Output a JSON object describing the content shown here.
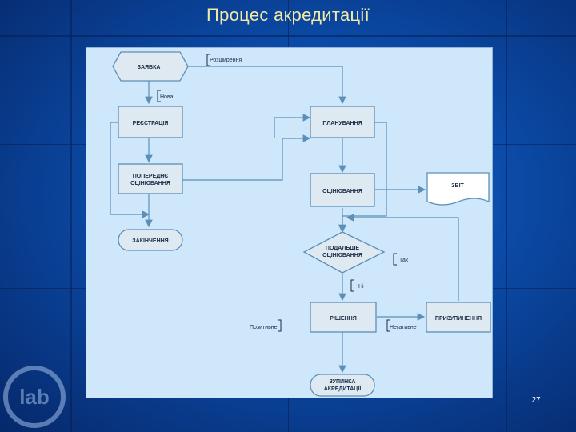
{
  "slide": {
    "title": "Процес акредитації",
    "page_number": "27",
    "logo_text": "lab"
  },
  "nodes": {
    "zayavka": "ЗАЯВКА",
    "reestratsiya": "РЕЄСТРАЦІЯ",
    "poperedne_1": "ПОПЕРЕДНЄ",
    "poperedne_2": "ОЦІНЮВАННЯ",
    "zakinchennya": "ЗАКІНЧЕННЯ",
    "planuvannya": "ПЛАНУВАННЯ",
    "otsinyuvannya": "ОЦІНЮВАННЯ",
    "zvit": "ЗВІТ",
    "podalshe_1": "ПОДАЛЬШЕ",
    "podalshe_2": "ОЦІНЮВАННЯ",
    "rishennya": "РІШЕННЯ",
    "pryzupynennya": "ПРИЗУПИНЕННЯ",
    "zupynka_1": "ЗУПИНКА",
    "zupynka_2": "АКРЕДИТАЦІЇ"
  },
  "annotations": {
    "rozshyrennya": "Розширення",
    "nova": "Нова",
    "tak": "Так",
    "ni": "Ні",
    "pozytyvne": "Позитивне",
    "negatyvne": "Негативне"
  }
}
